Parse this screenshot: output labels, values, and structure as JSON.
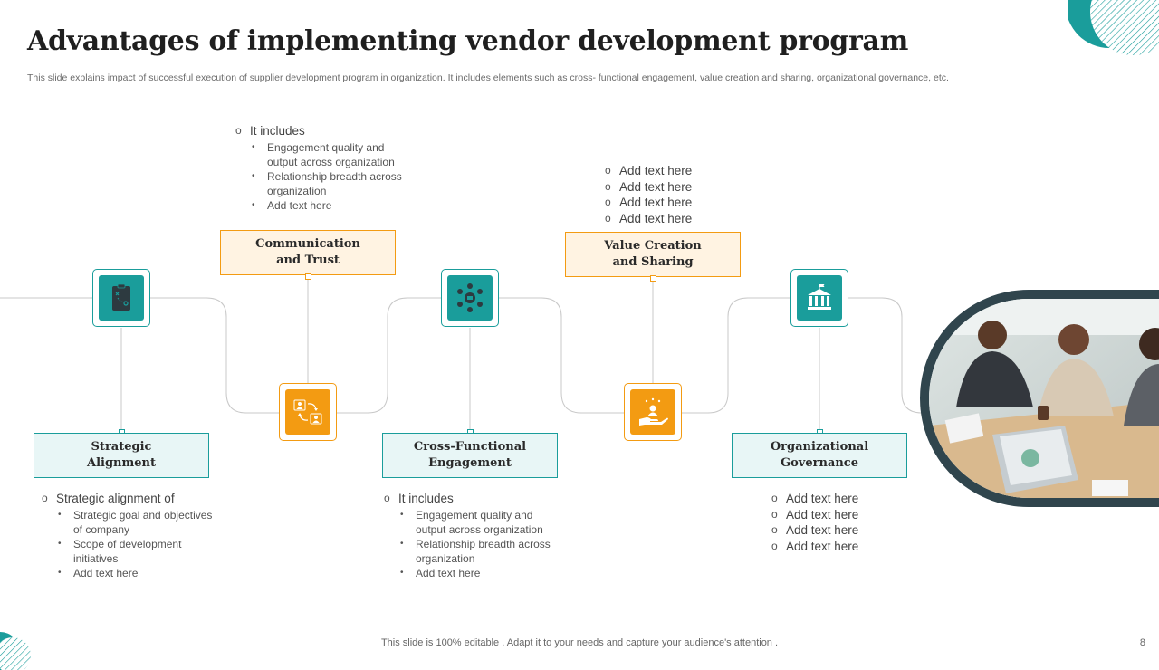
{
  "title": "Advantages of implementing vendor development program",
  "subtitle": "This slide explains impact of successful execution of supplier development program in organization. It includes elements such as cross- functional engagement, value creation and sharing, organizational governance, etc.",
  "steps": [
    {
      "label": "Strategic\nAlignment",
      "icon": "strategy-board-icon",
      "lead": "Strategic alignment of",
      "bullets": [
        "Strategic goal and objectives of company",
        "Scope of development initiatives",
        "Add text here"
      ]
    },
    {
      "label": "Communication\nand Trust",
      "icon": "people-exchange-icon",
      "lead": "It includes",
      "bullets": [
        "Engagement quality and output across organization",
        "Relationship breadth across organization",
        "Add text here"
      ]
    },
    {
      "label": "Cross-Functional\nEngagement",
      "icon": "team-meeting-icon",
      "lead": "It includes",
      "bullets": [
        "Engagement quality and output across organization",
        "Relationship breadth across organization",
        "Add text here"
      ]
    },
    {
      "label": "Value Creation\nand Sharing",
      "icon": "hand-person-icon",
      "items": [
        "Add text here",
        "Add text here",
        "Add text here",
        "Add text here"
      ]
    },
    {
      "label": "Organizational\nGovernance",
      "icon": "government-building-icon",
      "items": [
        "Add text here",
        "Add text here",
        "Add text here",
        "Add text here"
      ]
    }
  ],
  "photo_icon": "business-team-photo",
  "footer": "This slide is 100% editable . Adapt it to your needs and capture your audience's attention .",
  "page_number": "8",
  "colors": {
    "teal": "#1a9d9b",
    "orange": "#f39b12",
    "dark": "#30454d"
  }
}
